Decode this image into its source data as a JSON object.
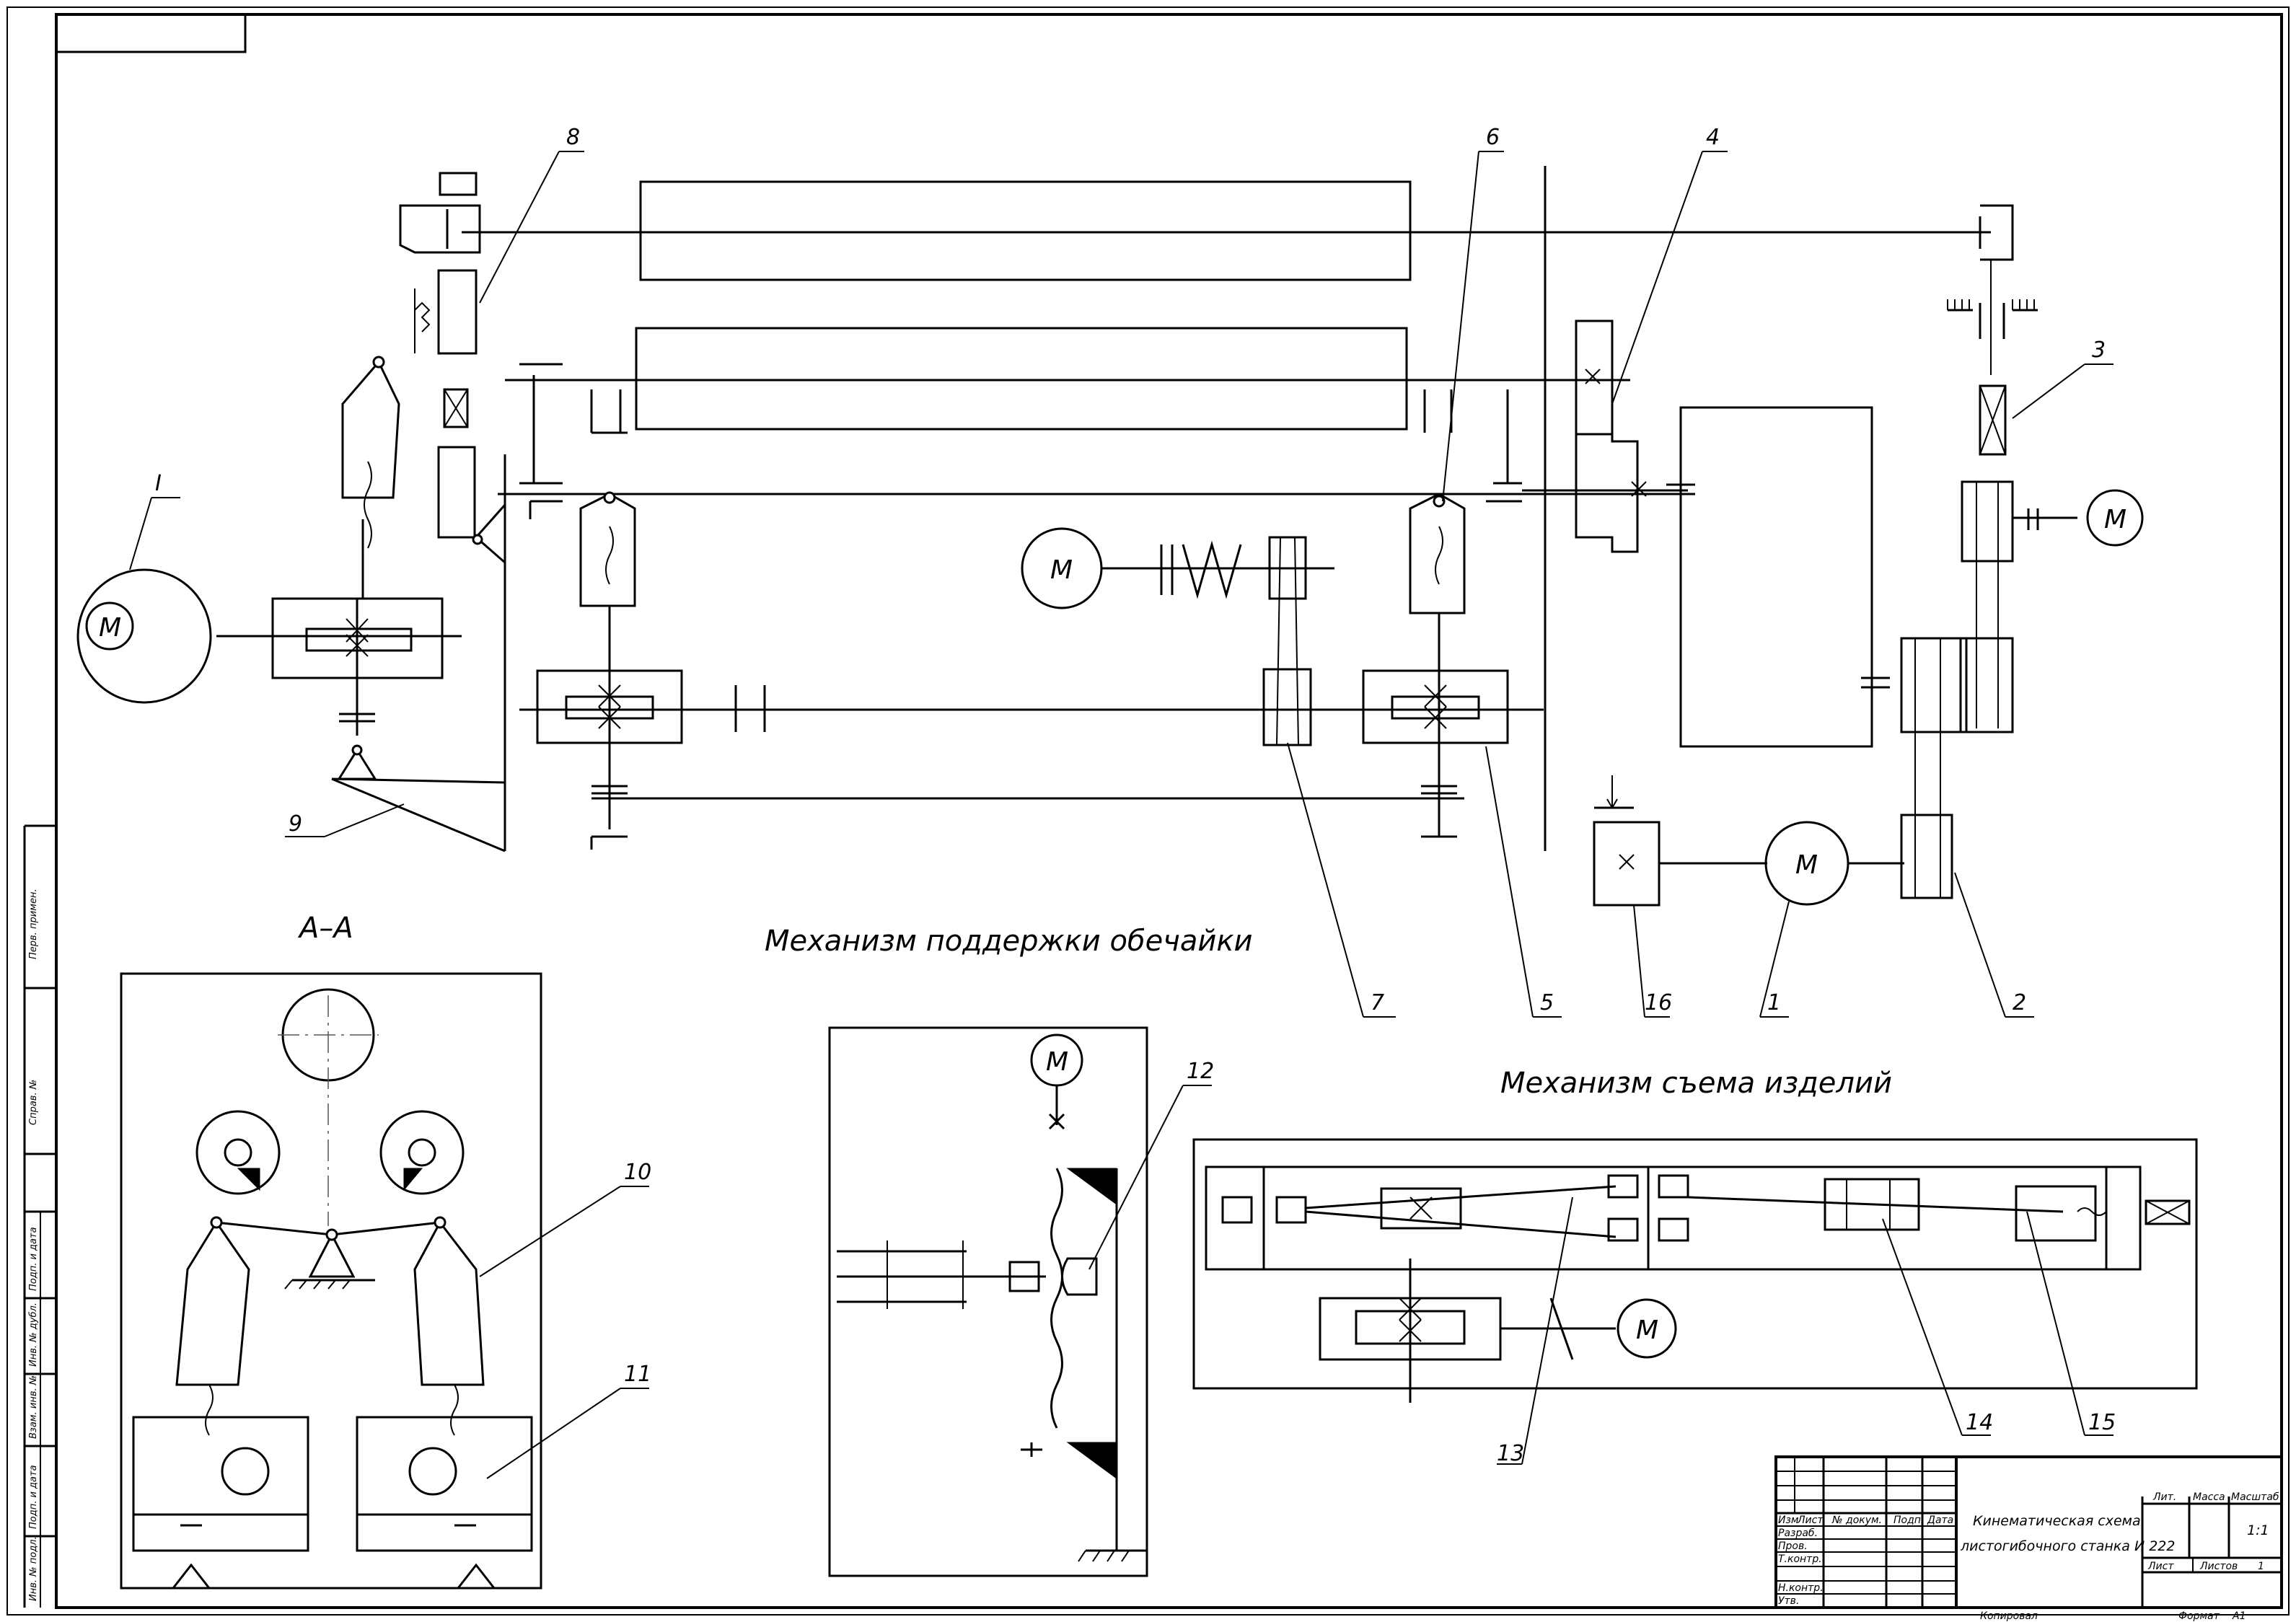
{
  "sheet": {
    "drawing_title_line1": "Кинематическая схема",
    "drawing_title_line2": "листогибочного станка И 222",
    "format_label": "Формат",
    "format_value": "А1",
    "copied_label": "Копировал"
  },
  "captions": {
    "section": "А–А",
    "shell_support": "Механизм поддержки обечайки",
    "removal": "Механизм съема изделий"
  },
  "motor_symbol": "М",
  "callouts": [
    "1",
    "2",
    "3",
    "4",
    "5",
    "6",
    "7",
    "8",
    "9",
    "10",
    "11",
    "12",
    "13",
    "14",
    "15",
    "16",
    "I"
  ],
  "title_block": {
    "header_cells": [
      "Изм",
      "Лист",
      "№ докум.",
      "Подп.",
      "Дата"
    ],
    "row_labels": [
      "Разраб.",
      "Пров.",
      "Т.контр.",
      "Н.контр.",
      "Утв."
    ],
    "lit_label": "Лит.",
    "mass_label": "Масса",
    "scale_label": "Масштаб",
    "scale_value": "1:1",
    "sheet_label": "Лист",
    "sheets_label": "Листов",
    "sheets_value": "1"
  },
  "side_stamp": [
    "Инв. № подл.",
    "Подп. и дата",
    "Взам. инв. №",
    "Инв. № дубл.",
    "Подп. и дата",
    "Справ. №",
    "Перв. примен."
  ]
}
